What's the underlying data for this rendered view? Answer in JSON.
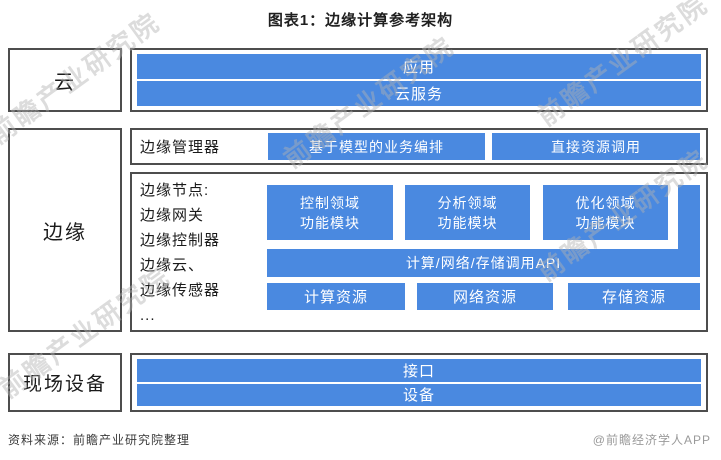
{
  "title": "图表1：边缘计算参考架构",
  "colors": {
    "accent_blue": "#4a89e0",
    "box_border": "#4d4d4d",
    "watermark_gray": "#b2b2b2"
  },
  "cloud_row": {
    "label": "云",
    "bars": [
      "应用",
      "云服务"
    ]
  },
  "edge_row": {
    "label": "边缘",
    "manager": {
      "label": "边缘管理器",
      "buttons": [
        "基于模型的业务编排",
        "直接资源调用"
      ]
    },
    "node": {
      "description_lines": [
        "边缘节点:",
        "边缘网关",
        "边缘控制器",
        "边缘云、",
        "边缘传感器",
        "..."
      ],
      "modules": [
        [
          "控制领域",
          "功能模块"
        ],
        [
          "分析领域",
          "功能模块"
        ],
        [
          "优化领域",
          "功能模块"
        ]
      ],
      "api_bar": "计算/网络/存储调用API",
      "resources": [
        "计算资源",
        "网络资源",
        "存储资源"
      ]
    }
  },
  "field_row": {
    "label": "现场设备",
    "bars": [
      "接口",
      "设备"
    ]
  },
  "footer": {
    "source": "资料来源：前瞻产业研究院整理",
    "credit": "@前瞻经济学人APP"
  },
  "watermark_text": "前瞻产业研究院"
}
